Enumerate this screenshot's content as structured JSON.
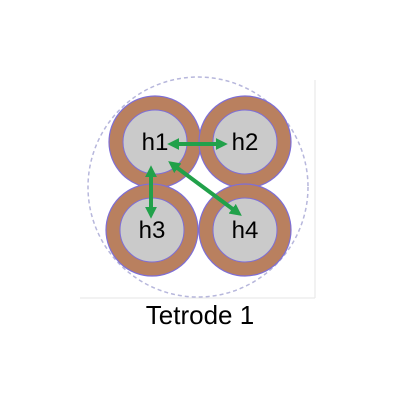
{
  "caption": "Tetrode 1",
  "wires": [
    {
      "id": "h1",
      "label": "h1"
    },
    {
      "id": "h2",
      "label": "h2"
    },
    {
      "id": "h3",
      "label": "h3"
    },
    {
      "id": "h4",
      "label": "h4"
    }
  ],
  "connections": [
    {
      "from": "h1",
      "to": "h2"
    },
    {
      "from": "h1",
      "to": "h3"
    },
    {
      "from": "h1",
      "to": "h4"
    }
  ],
  "colors": {
    "insulation": "#b9805f",
    "core": "#cacaca",
    "outline": "#7e6ed6",
    "bundle_outline": "#b7b7dc",
    "arrow": "#21a14a",
    "label": "#000000"
  }
}
